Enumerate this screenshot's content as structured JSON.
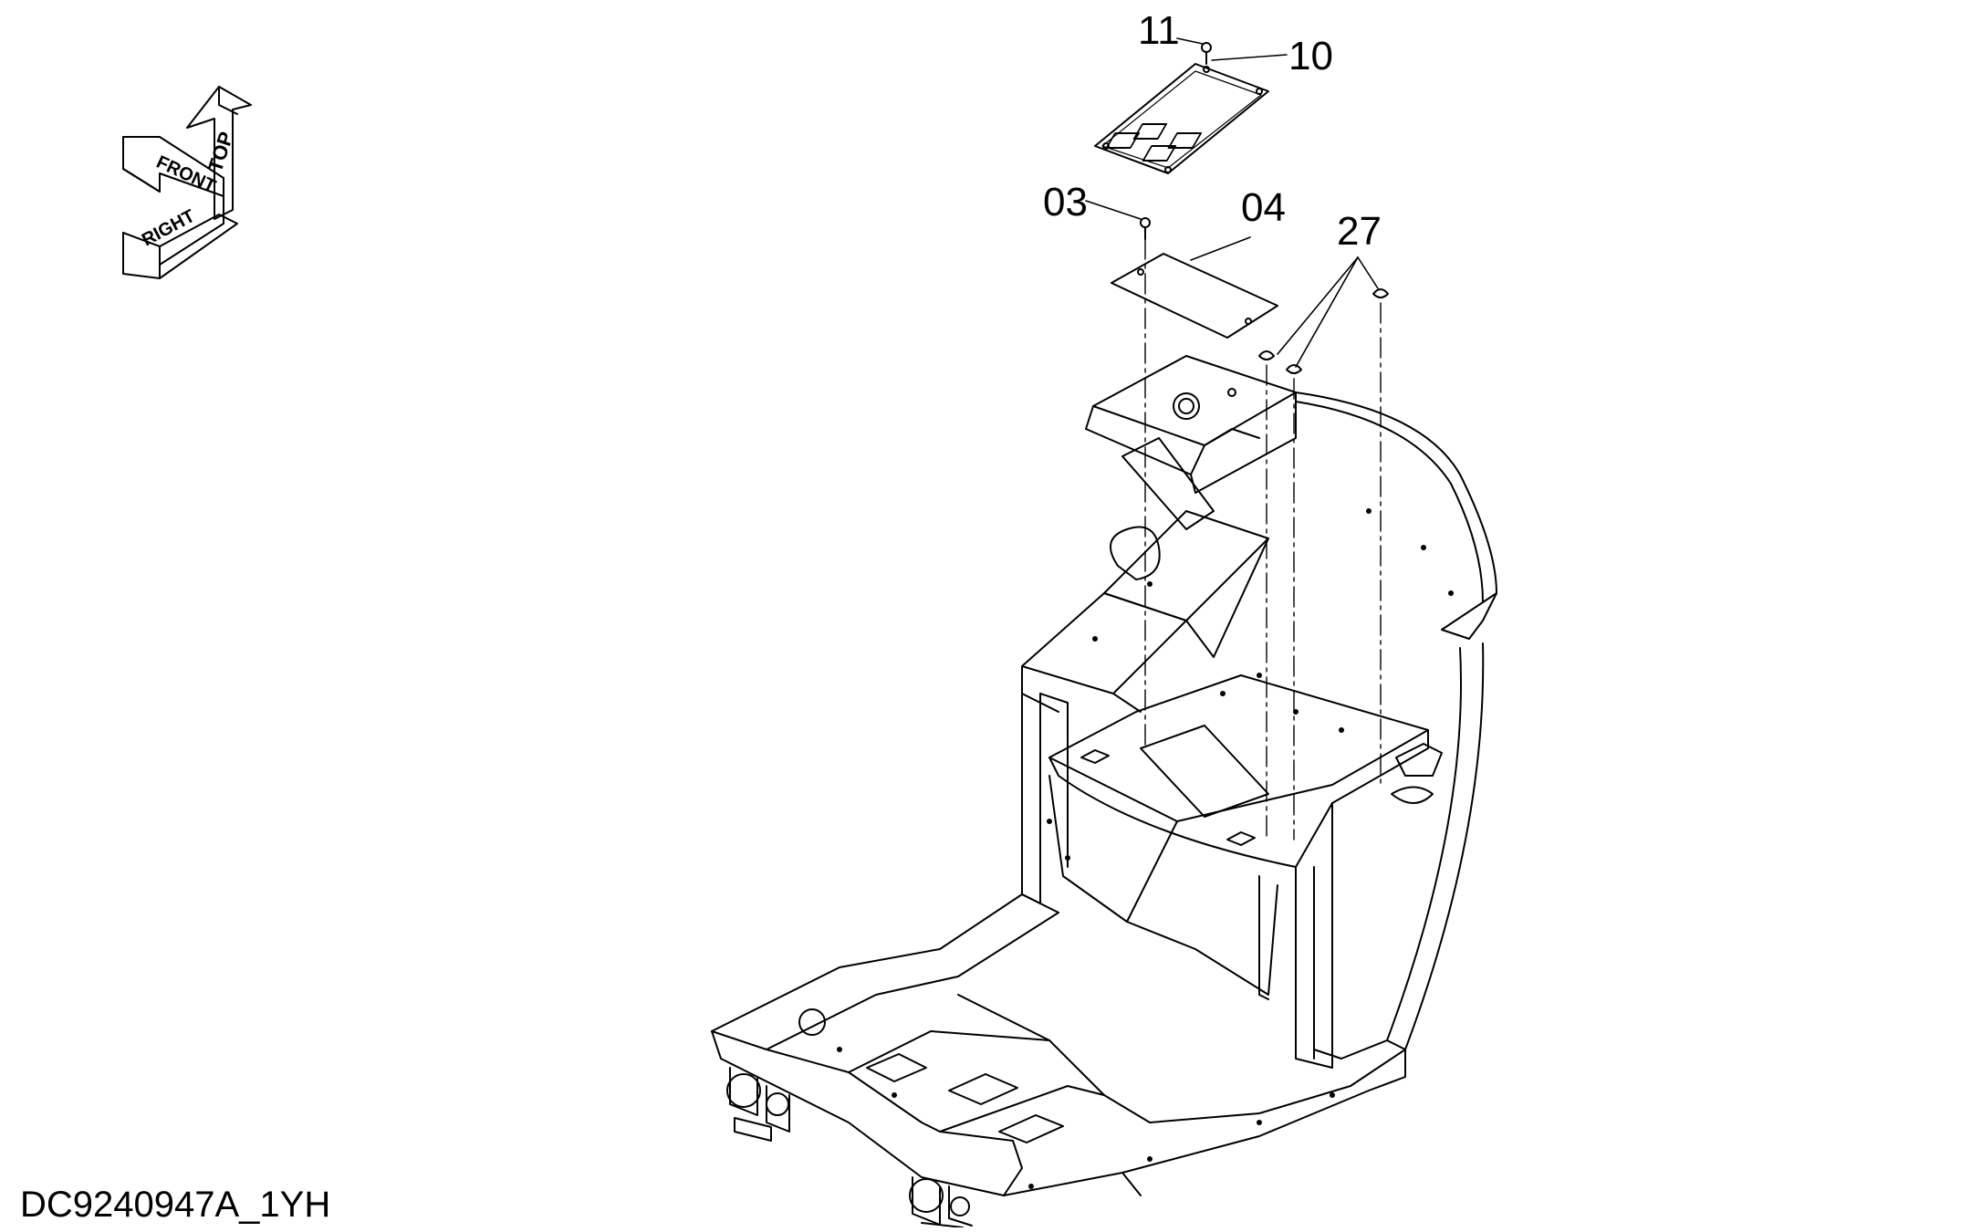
{
  "diagram": {
    "orientation_labels": {
      "top": "TOP",
      "front": "FRONT",
      "right": "RIGHT"
    },
    "callouts": [
      {
        "id": "11",
        "label": "11"
      },
      {
        "id": "10",
        "label": "10"
      },
      {
        "id": "03",
        "label": "03"
      },
      {
        "id": "04",
        "label": "04"
      },
      {
        "id": "27",
        "label": "27"
      }
    ],
    "drawing_id": "DC9240947A_1YH"
  }
}
